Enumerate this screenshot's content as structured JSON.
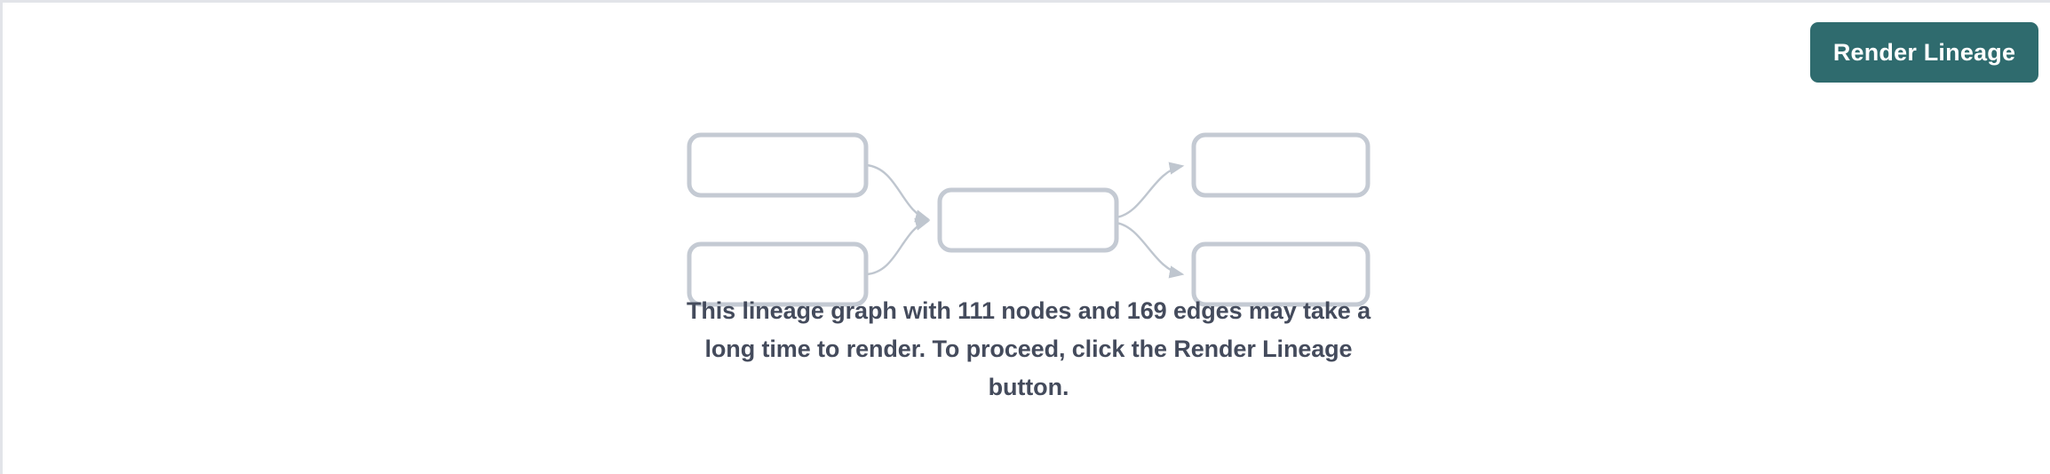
{
  "panel": {
    "background_color": "#ffffff",
    "border_color": "#e2e4e9"
  },
  "toolbar": {
    "render_lineage_label": "Render Lineage",
    "button_color": "#2f6b6e",
    "button_text_color": "#ffffff"
  },
  "graph_placeholder": {
    "node_border_color": "#c4cad3",
    "node_fill_color": "#ffffff",
    "edge_color": "#bfc6cf",
    "nodes": [
      {
        "id": "left-top",
        "label": ""
      },
      {
        "id": "left-bottom",
        "label": ""
      },
      {
        "id": "center",
        "label": ""
      },
      {
        "id": "right-top",
        "label": ""
      },
      {
        "id": "right-bottom",
        "label": ""
      }
    ],
    "edges": [
      {
        "from": "left-top",
        "to": "center"
      },
      {
        "from": "left-bottom",
        "to": "center"
      },
      {
        "from": "center",
        "to": "right-top"
      },
      {
        "from": "center",
        "to": "right-bottom"
      }
    ]
  },
  "message": {
    "text": "This lineage graph with 111 nodes and 169 edges may take a long time to render. To proceed, click the Render Lineage button.",
    "node_count": 111,
    "edge_count": 169,
    "text_color": "#444b5c"
  }
}
